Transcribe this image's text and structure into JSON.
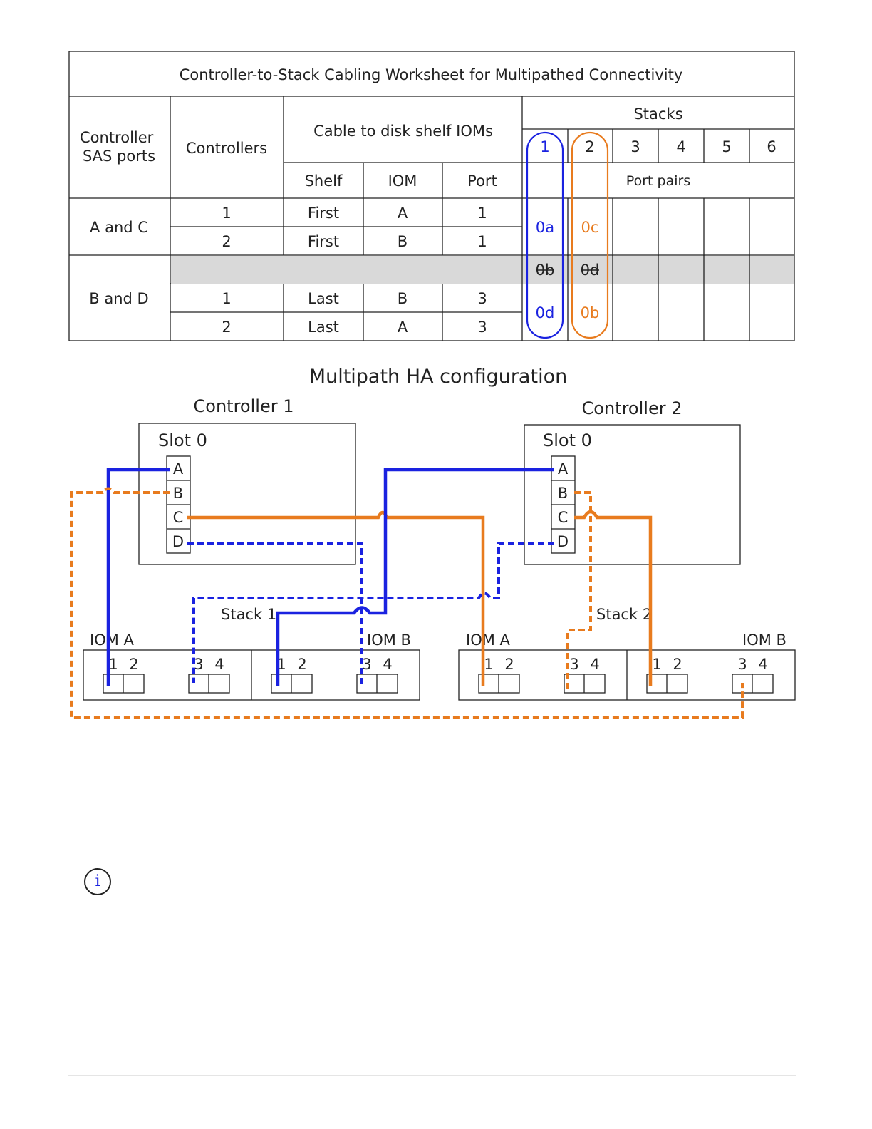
{
  "worksheet": {
    "title": "Controller-to-Stack Cabling Worksheet for Multipathed Connectivity",
    "col_sas_ports": "Controller\nSAS ports",
    "col_controllers": "Controllers",
    "col_cable": "Cable to disk shelf IOMs",
    "col_shelf": "Shelf",
    "col_iom": "IOM",
    "col_port": "Port",
    "stacks_header": "Stacks",
    "stack_numbers": [
      "1",
      "2",
      "3",
      "4",
      "5",
      "6"
    ],
    "port_pairs_label": "Port pairs",
    "groups": [
      {
        "sas_ports": "A and C",
        "rows": [
          {
            "controller": "1",
            "shelf": "First",
            "iom": "A",
            "port": "1"
          },
          {
            "controller": "2",
            "shelf": "First",
            "iom": "B",
            "port": "1"
          }
        ],
        "stack1_port": "0a",
        "stack2_port": "0c"
      },
      {
        "sas_ports": "B and D",
        "rows": [
          {
            "controller": "1",
            "shelf": "Last",
            "iom": "B",
            "port": "3"
          },
          {
            "controller": "2",
            "shelf": "Last",
            "iom": "A",
            "port": "3"
          }
        ],
        "stack1_port": "0d",
        "stack2_port": "0b"
      }
    ],
    "struck_ports": [
      "0b",
      "0d"
    ]
  },
  "diagram": {
    "title": "Multipath HA configuration",
    "controller1_label": "Controller 1",
    "controller2_label": "Controller 2",
    "slot_label": "Slot 0",
    "port_letters": [
      "A",
      "B",
      "C",
      "D"
    ],
    "stack1_label": "Stack 1",
    "stack2_label": "Stack 2",
    "iom_a_label": "IOM A",
    "iom_b_label": "IOM B",
    "iom_port_numbers": [
      "1",
      "2",
      "3",
      "4"
    ],
    "colors": {
      "controller1_cables": "#1a22e0",
      "controller2_cables": "#e87b1e",
      "line": "#222222"
    }
  },
  "note": {
    "icon": "info-icon",
    "icon_glyph": "i"
  }
}
